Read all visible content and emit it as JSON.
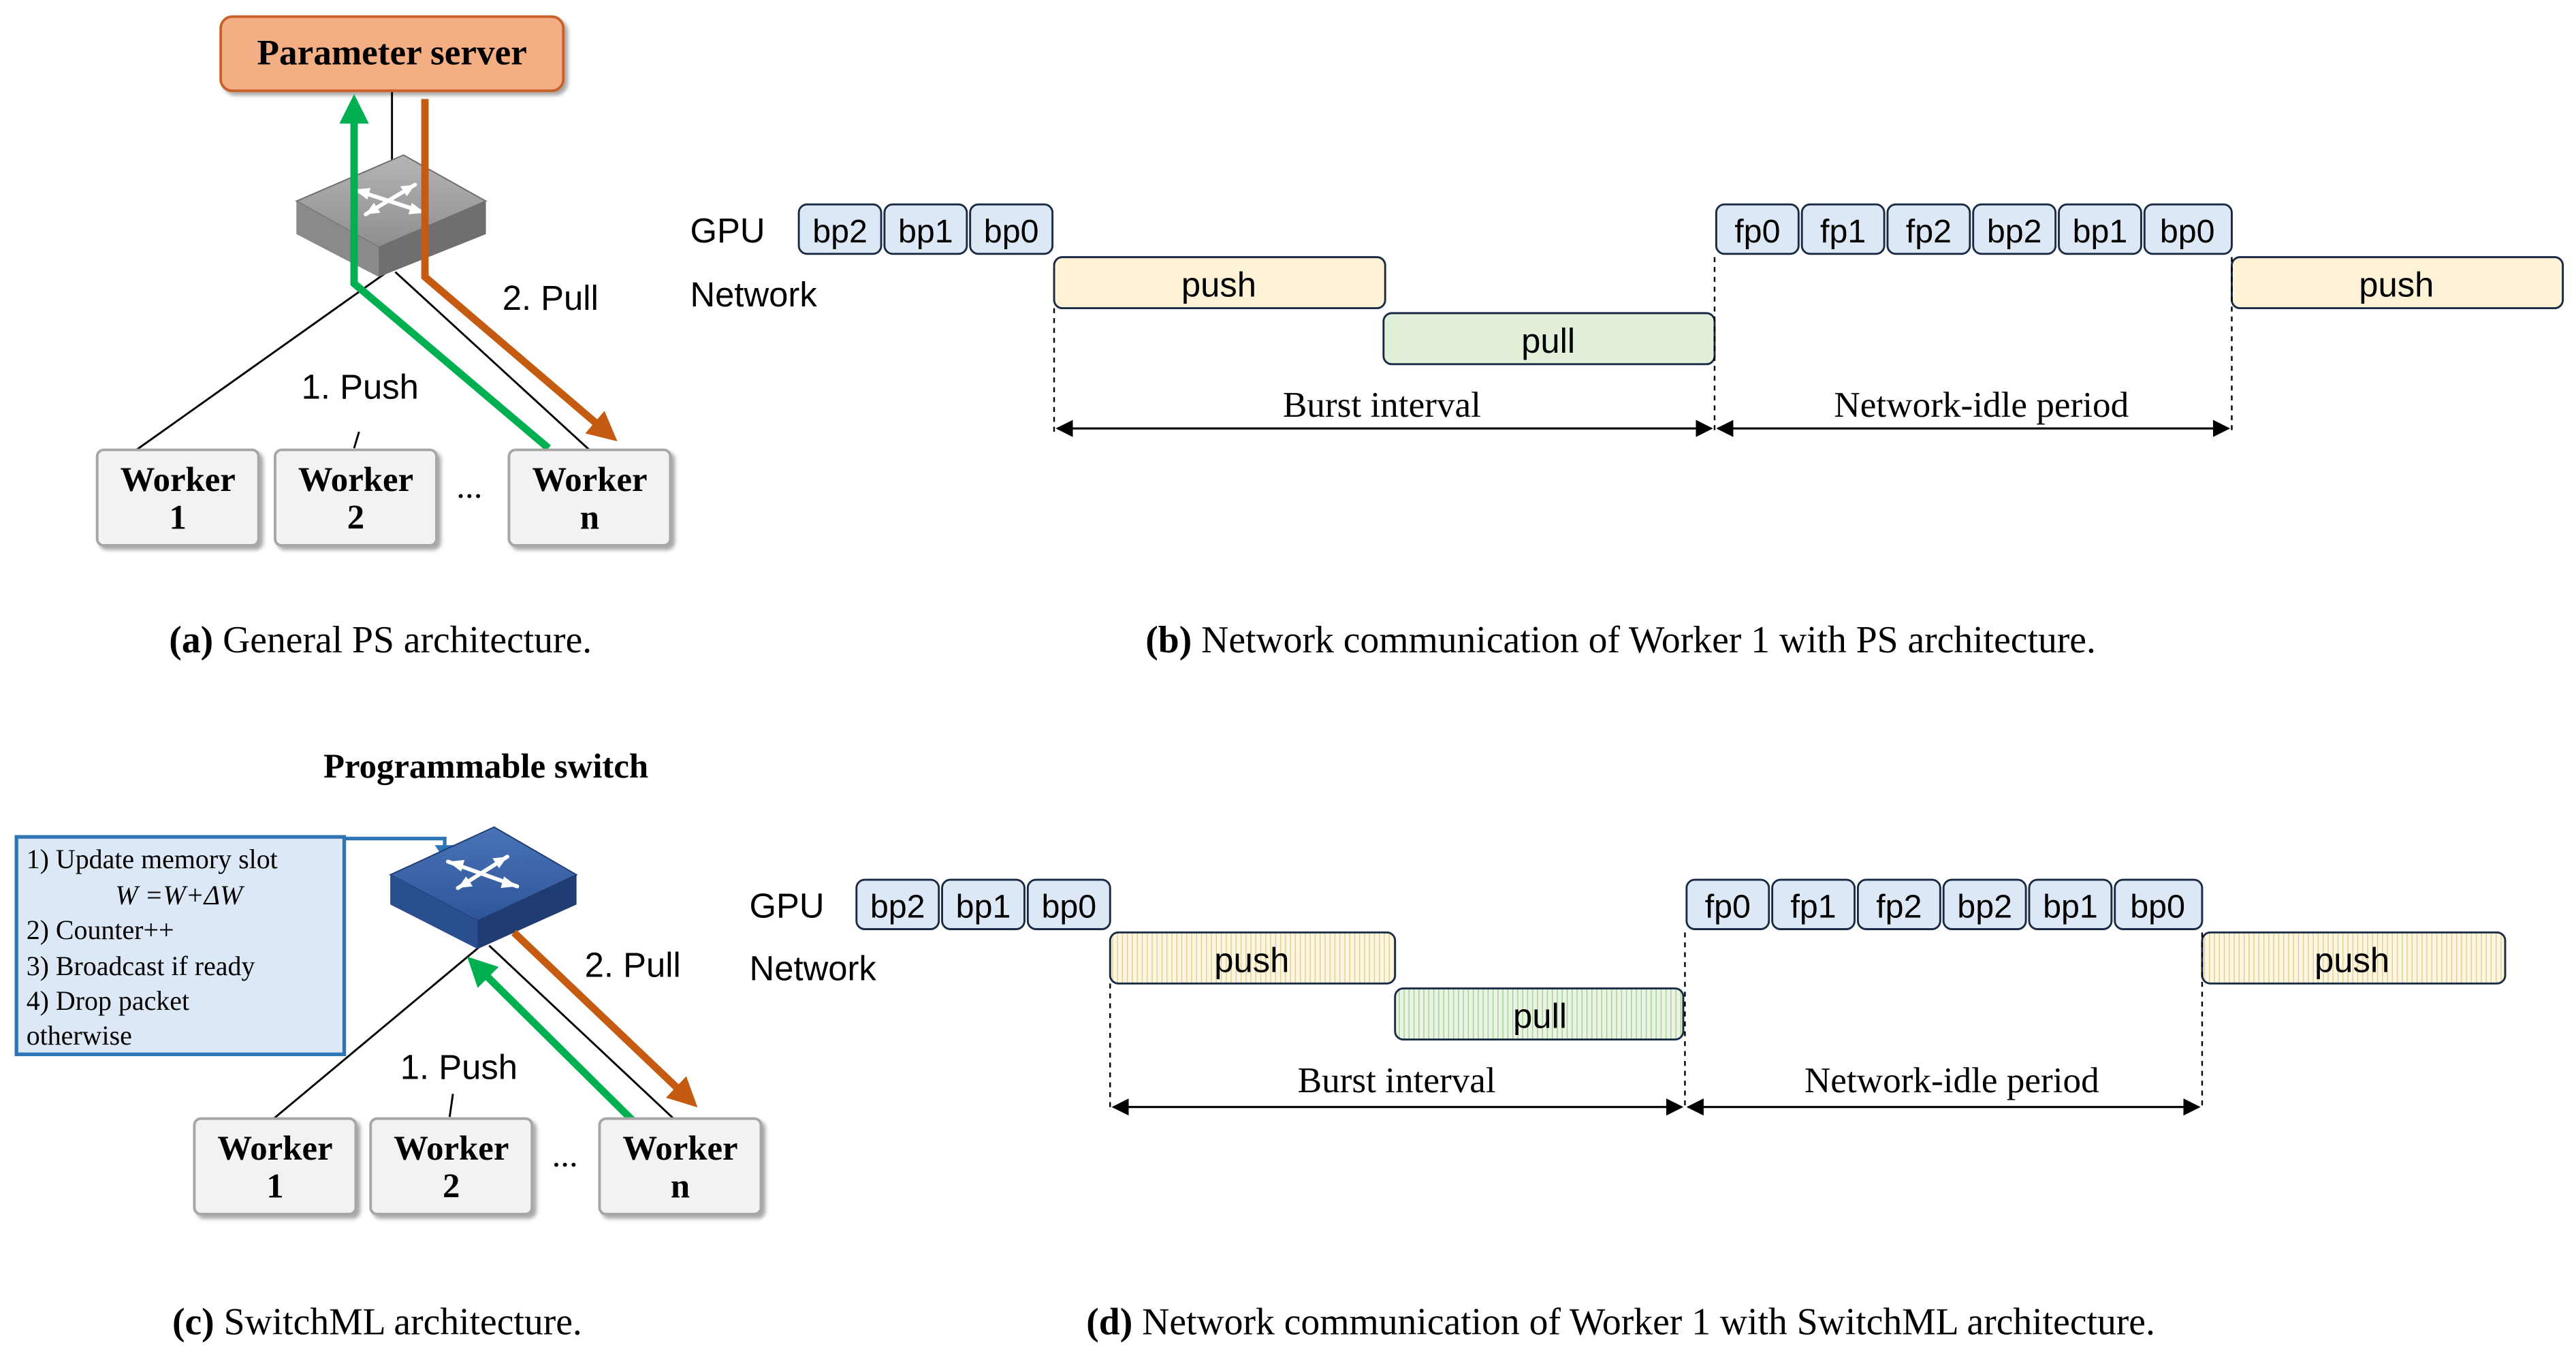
{
  "colors": {
    "ps_fill": "#f4ae84",
    "ps_stroke": "#c9602a",
    "gpu_block": "#dce8f5",
    "gpu_block_stroke": "#1a2a44",
    "push_fill": "#fdf2d6",
    "pull_fill": "#e2efd9",
    "push_arrow": "#00b050",
    "pull_arrow": "#c55a11",
    "switch_gray": "#9b9b9b",
    "switch_blue": "#2f5597",
    "note_fill": "#dce8f5",
    "note_stroke": "#2e75b6",
    "worker_fill": "#f2f2f2",
    "worker_stroke": "#a6a6a6"
  },
  "panel_a": {
    "server": "Parameter server",
    "pull_label": "2. Pull",
    "push_label": "1. Push",
    "workers": [
      {
        "line1": "Worker",
        "line2": "1"
      },
      {
        "line1": "Worker",
        "line2": "2"
      },
      {
        "line1": "Worker",
        "line2": "n"
      }
    ],
    "ellipsis": "...",
    "caption_tag": "(a)",
    "caption": " General PS architecture."
  },
  "panel_b": {
    "gpu_label": "GPU",
    "network_label": "Network",
    "blocks_first": [
      "bp2",
      "bp1",
      "bp0"
    ],
    "blocks_second": [
      "fp0",
      "fp1",
      "fp2",
      "bp2",
      "bp1",
      "bp0"
    ],
    "push": "push",
    "pull": "pull",
    "push2": "push",
    "burst": "Burst interval",
    "idle": "Network-idle period",
    "caption_tag": "(b)",
    "caption": " Network communication of Worker 1 with PS architecture."
  },
  "panel_c": {
    "switch_title": "Programmable switch",
    "note_lines": [
      "1) Update memory slot",
      "W =W+ΔW",
      "2) Counter++",
      "3) Broadcast if ready",
      "4) Drop packet",
      "otherwise"
    ],
    "pull_label": "2. Pull",
    "push_label": "1. Push",
    "workers": [
      {
        "line1": "Worker",
        "line2": "1"
      },
      {
        "line1": "Worker",
        "line2": "2"
      },
      {
        "line1": "Worker",
        "line2": "n"
      }
    ],
    "ellipsis": "...",
    "caption_tag": "(c)",
    "caption": " SwitchML architecture."
  },
  "panel_d": {
    "gpu_label": "GPU",
    "network_label": "Network",
    "blocks_first": [
      "bp2",
      "bp1",
      "bp0"
    ],
    "blocks_second": [
      "fp0",
      "fp1",
      "fp2",
      "bp2",
      "bp1",
      "bp0"
    ],
    "push": "push",
    "pull": "pull",
    "push2": "push",
    "burst": "Burst interval",
    "idle": "Network-idle period",
    "caption_tag": "(d)",
    "caption": " Network communication of Worker 1 with SwitchML architecture."
  }
}
